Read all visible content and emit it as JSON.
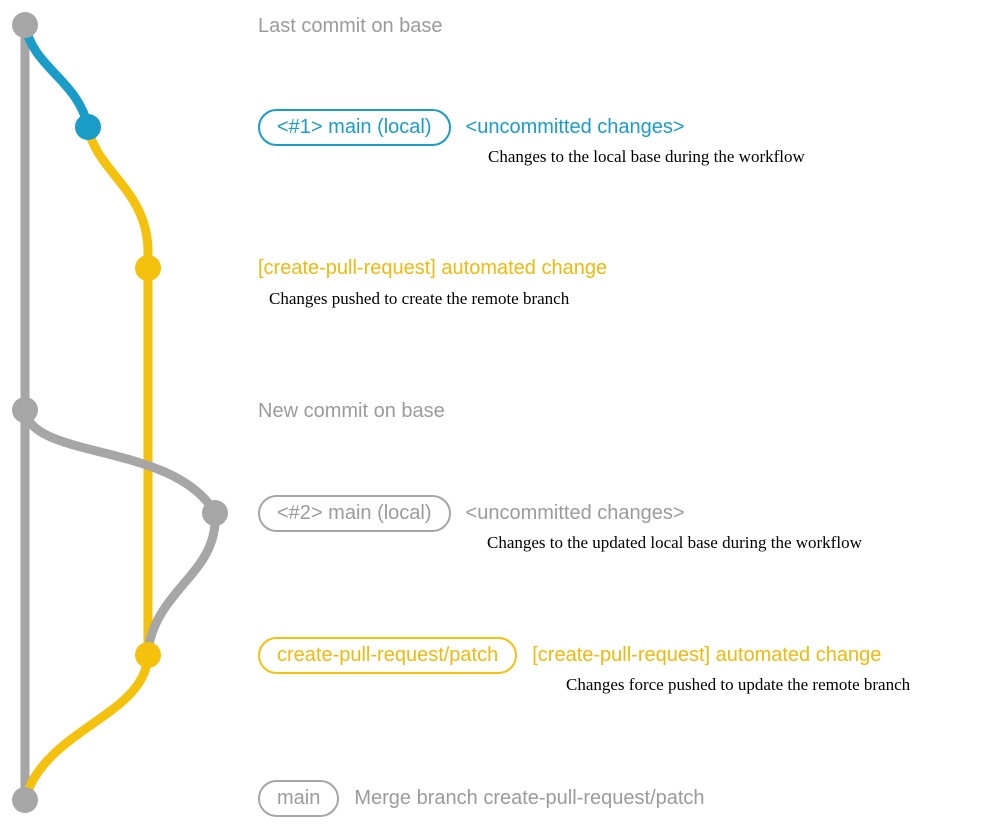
{
  "colors": {
    "gray": "#a6a6a6",
    "blue": "#1a9cc9",
    "yellow": "#f4c20d",
    "note_text": "#000000"
  },
  "graph": {
    "last_commit": {
      "title": "Last commit on base"
    },
    "local_main_1": {
      "pill": "<#1> main (local)",
      "status": "<uncommitted changes>",
      "note": "Changes to the local base during the workflow"
    },
    "pr_commit_1": {
      "label": "[create-pull-request] automated change",
      "note": "Changes pushed to create the remote branch"
    },
    "new_commit": {
      "title": "New commit on base"
    },
    "local_main_2": {
      "pill": "<#2> main (local)",
      "status": "<uncommitted changes>",
      "note": "Changes to the updated local base during the workflow"
    },
    "pr_commit_2": {
      "pill": "create-pull-request/patch",
      "label": "[create-pull-request] automated change",
      "note": "Changes force pushed to update the remote branch"
    },
    "merge_commit": {
      "pill": "main",
      "label": "Merge branch create-pull-request/patch"
    }
  }
}
